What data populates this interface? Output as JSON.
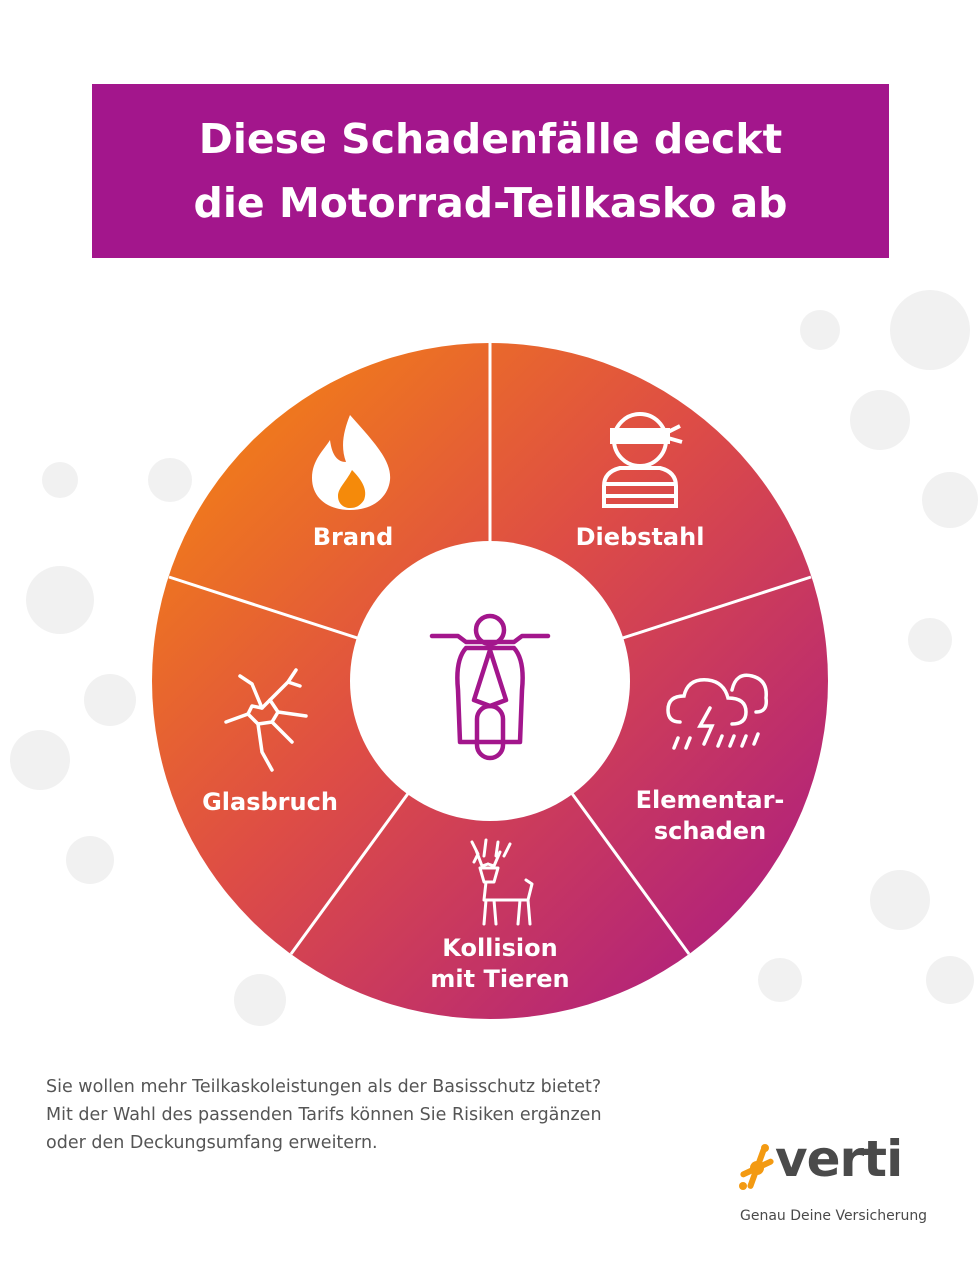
{
  "header": {
    "title_line1": "Diese Schadenfälle deckt",
    "title_line2": "die Motorrad-Teilkasko ab"
  },
  "center": {
    "icon": "scooter-icon"
  },
  "segments": [
    {
      "label_line1": "Brand",
      "label_line2": "",
      "icon": "fire-icon"
    },
    {
      "label_line1": "Diebstahl",
      "label_line2": "",
      "icon": "thief-icon"
    },
    {
      "label_line1": "Elementar-",
      "label_line2": "schaden",
      "icon": "storm-cloud-icon"
    },
    {
      "label_line1": "Kollision",
      "label_line2": "mit Tieren",
      "icon": "deer-icon"
    },
    {
      "label_line1": "Glasbruch",
      "label_line2": "",
      "icon": "broken-glass-icon"
    }
  ],
  "footnote": {
    "line1": "Sie wollen mehr Teilkaskoleistungen als der Basisschutz bietet?",
    "line2": "Mit der Wahl des passenden Tarifs können Sie Risiken ergänzen",
    "line3": "oder den Deckungsumfang erweitern."
  },
  "brand": {
    "name": "verti",
    "tagline": "Genau Deine Versicherung"
  },
  "colors": {
    "purple": "#a3168c",
    "orange": "#f58a0a",
    "text_gray": "#555555"
  }
}
